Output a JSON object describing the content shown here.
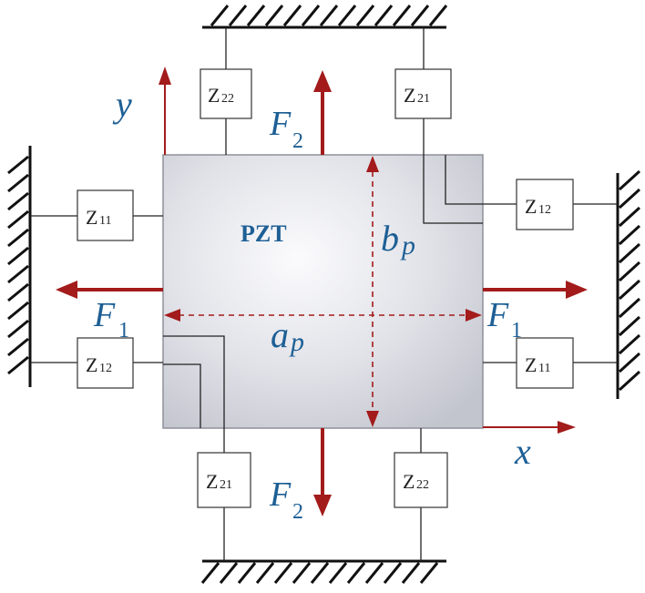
{
  "diagram": {
    "plate_label": "PZT",
    "impedances": {
      "top_left": "Z22",
      "top_right": "Z21",
      "left_top": "Z11",
      "left_bottom": "Z12",
      "right_top": "Z12",
      "right_bottom": "Z11",
      "bottom_left": "Z21",
      "bottom_right": "Z22"
    },
    "impedance_parts": {
      "top_left": {
        "base": "Z",
        "sub": "22"
      },
      "top_right": {
        "base": "Z",
        "sub": "21"
      },
      "left_top": {
        "base": "Z",
        "sub": "11"
      },
      "left_bottom": {
        "base": "Z",
        "sub": "12"
      },
      "right_top": {
        "base": "Z",
        "sub": "12"
      },
      "right_bottom": {
        "base": "Z",
        "sub": "11"
      },
      "bottom_left": {
        "base": "Z",
        "sub": "21"
      },
      "bottom_right": {
        "base": "Z",
        "sub": "22"
      }
    },
    "forces": {
      "F1": {
        "base": "F",
        "sub": "1"
      },
      "F2": {
        "base": "F",
        "sub": "2"
      }
    },
    "dimensions": {
      "width": {
        "base": "a",
        "sub": "p"
      },
      "height": {
        "base": "b",
        "sub": "p"
      }
    },
    "axes": {
      "x": "x",
      "y": "y"
    },
    "colors": {
      "arrow": "#a31b1b",
      "label": "#1d5f95",
      "plate_center": "#fafafc",
      "plate_edge": "#c6c8d1",
      "line": "#222222"
    }
  }
}
